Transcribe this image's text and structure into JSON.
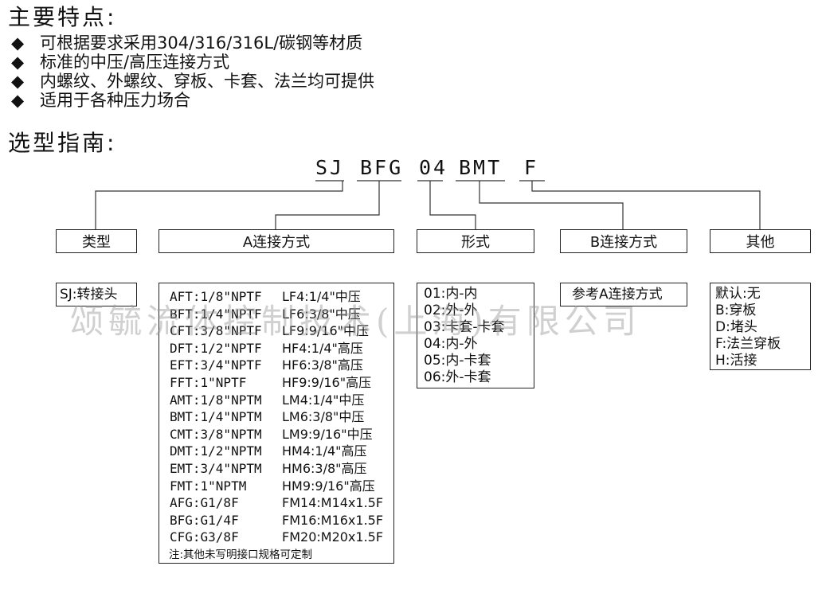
{
  "features": {
    "title": "主要特点:",
    "bullet": "◆",
    "items": [
      "可根据要求采用304/316/316L/碳钢等材质",
      "标准的中压/高压连接方式",
      "内螺纹、外螺纹、穿板、卡套、法兰均可提供",
      "适用于各种压力场合"
    ]
  },
  "guide": {
    "title": "选型指南:",
    "code_parts": [
      "SJ",
      "BFG",
      "04",
      "BMT",
      "F"
    ]
  },
  "boxes": {
    "type": {
      "header": "类型",
      "items": [
        "SJ:转接头"
      ]
    },
    "a_conn": {
      "header": "A连接方式",
      "left": [
        "AFT:1/8\"NPTF",
        "BFT:1/4\"NPTF",
        "CFT:3/8\"NPTF",
        "DFT:1/2\"NPTF",
        "EFT:3/4\"NPTF",
        "FFT:1\"NPTF",
        "AMT:1/8\"NPTM",
        "BMT:1/4\"NPTM",
        "CMT:3/8\"NPTM",
        "DMT:1/2\"NPTM",
        "EMT:3/4\"NPTM",
        "FMT:1\"NPTM",
        "AFG:G1/8F",
        "BFG:G1/4F",
        "CFG:G3/8F"
      ],
      "right": [
        "LF4:1/4\"中压",
        "LF6:3/8\"中压",
        "LF9:9/16\"中压",
        "HF4:1/4\"高压",
        "HF6:3/8\"高压",
        "HF9:9/16\"高压",
        "LM4:1/4\"中压",
        "LM6:3/8\"中压",
        "LM9:9/16\"中压",
        "HM4:1/4\"高压",
        "HM6:3/8\"高压",
        "HM9:9/16\"高压",
        "FM14:M14x1.5F",
        "FM16:M16x1.5F",
        "FM20:M20x1.5F"
      ],
      "note": "注:其他未写明接口规格可定制"
    },
    "form": {
      "header": "形式",
      "items": [
        "01:内-内",
        "02:外-外",
        "03:卡套-卡套",
        "04:内-外",
        "05:内-卡套",
        "06:外-卡套"
      ]
    },
    "b_conn": {
      "header": "B连接方式",
      "items": [
        "参考A连接方式"
      ]
    },
    "other": {
      "header": "其他",
      "items": [
        "默认:无",
        "B:穿板",
        "D:堵头",
        "F:法兰穿板",
        "H:活接"
      ]
    }
  },
  "watermark": "颂毓流体控制技术(上海)有限公司"
}
